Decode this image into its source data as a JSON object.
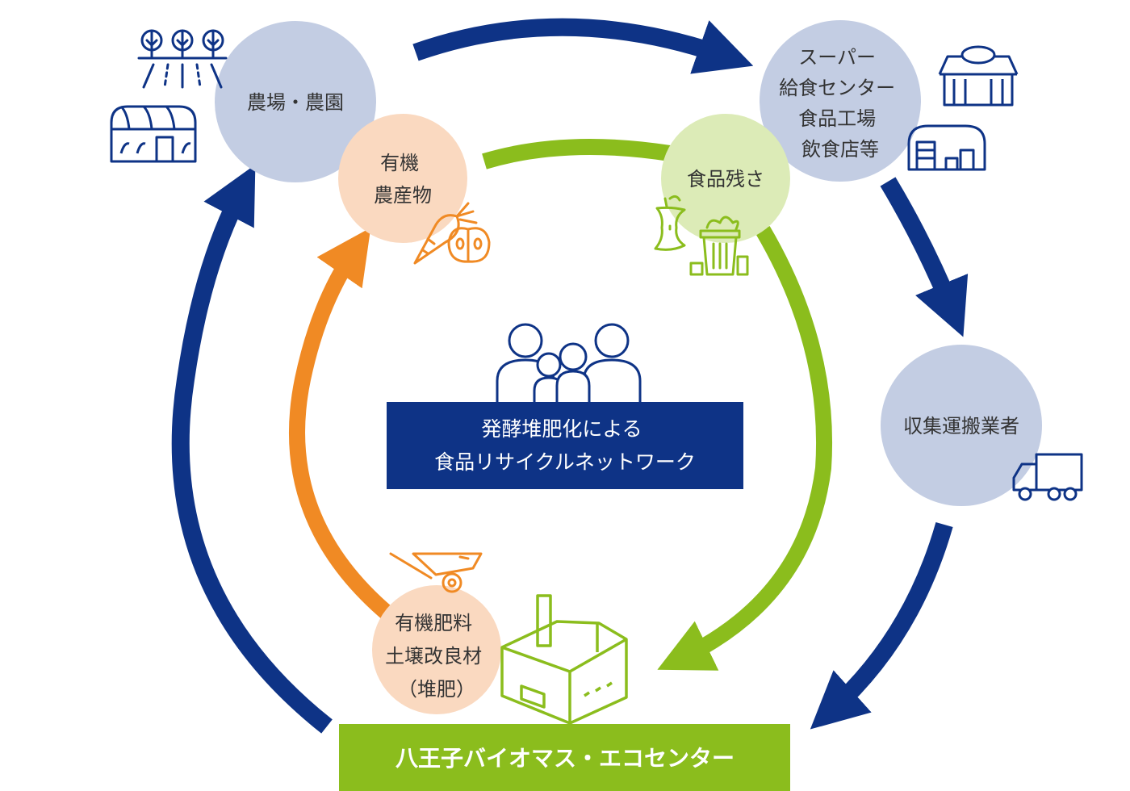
{
  "nodes": {
    "farm": {
      "lines": [
        "農場・農園"
      ]
    },
    "retail": {
      "lines": [
        "スーパー",
        "給食センター",
        "食品工場",
        "飲食店等"
      ]
    },
    "collector": {
      "lines": [
        "収集運搬業者"
      ]
    },
    "organic_produce": {
      "lines": [
        "有機",
        "農産物"
      ]
    },
    "food_waste": {
      "lines": [
        "食品残さ"
      ]
    },
    "fertilizer": {
      "lines": [
        "有機肥料",
        "土壌改良材",
        "（堆肥）"
      ]
    }
  },
  "center": {
    "lines": [
      "発酵堆肥化による",
      "食品リサイクルネットワーク"
    ]
  },
  "facility": {
    "label": "八王子バイオマス・エコセンター"
  },
  "colors": {
    "navy": "#0e3386",
    "green": "#8bbd1d",
    "orange": "#f08a24",
    "blue_circle": "#c3cde3",
    "green_circle": "#dcebb7",
    "peach_circle": "#fad9c0"
  }
}
